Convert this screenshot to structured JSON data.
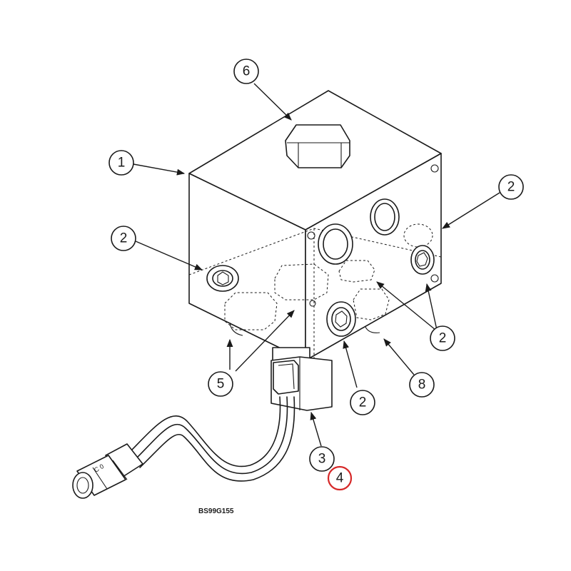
{
  "callouts": [
    {
      "id": "c6",
      "label": "6"
    },
    {
      "id": "c1",
      "label": "1"
    },
    {
      "id": "c2a",
      "label": "2"
    },
    {
      "id": "c2b",
      "label": "2"
    },
    {
      "id": "c2c",
      "label": "2"
    },
    {
      "id": "c2d",
      "label": "2"
    },
    {
      "id": "c5",
      "label": "5"
    },
    {
      "id": "c8",
      "label": "8"
    },
    {
      "id": "c3",
      "label": "3"
    },
    {
      "id": "c4",
      "label": "4"
    }
  ],
  "highlight": {
    "callout": "4",
    "color": "#d62828"
  },
  "drawing_code": "BS99G155"
}
